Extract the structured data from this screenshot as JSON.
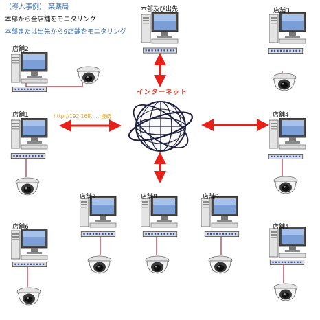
{
  "header": {
    "case_title": "（導入事例） 某薬局",
    "description_1": "本部から全店舗をモニタリング",
    "description_2": "本部または出先から9店舗をモニタリング"
  },
  "center": {
    "internet_label": "インターネット",
    "connection_note": "http://192.168……接続"
  },
  "nodes": [
    {
      "label": "本部及び出先"
    },
    {
      "label": "店舗2"
    },
    {
      "label": "店舗3"
    },
    {
      "label": "店舗1"
    },
    {
      "label": "店舗4"
    },
    {
      "label": "店舗7"
    },
    {
      "label": "店舗8"
    },
    {
      "label": "店舗9"
    },
    {
      "label": "店舗6"
    },
    {
      "label": "店舗5"
    }
  ],
  "colors": {
    "arrow": "#e8201a",
    "cable": "#b0283a",
    "globe_line": "#1d1f3f",
    "title_blue": "#3a6fb0"
  }
}
